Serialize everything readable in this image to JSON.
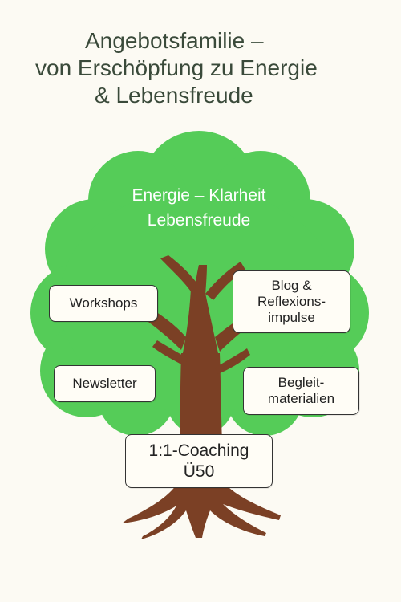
{
  "title": {
    "line1": "Angebotsfamilie –",
    "line2": "von Erschöpfung zu Energie",
    "line3": "& Lebensfreude"
  },
  "crown": {
    "line1": "Energie – Klarheit",
    "line2": "Lebensfreude"
  },
  "boxes": {
    "workshops": "Workshops",
    "blog": [
      "Blog &",
      "Reflexions-",
      "impulse"
    ],
    "newsletter": "Newsletter",
    "begleit": [
      "Begleit-",
      "materialien"
    ],
    "coaching": [
      "1:1-Coaching",
      "Ü50"
    ]
  },
  "colors": {
    "background": "#fcfaf3",
    "crown": "#55cc58",
    "trunk": "#7b4025",
    "title": "#3a4a3a"
  }
}
